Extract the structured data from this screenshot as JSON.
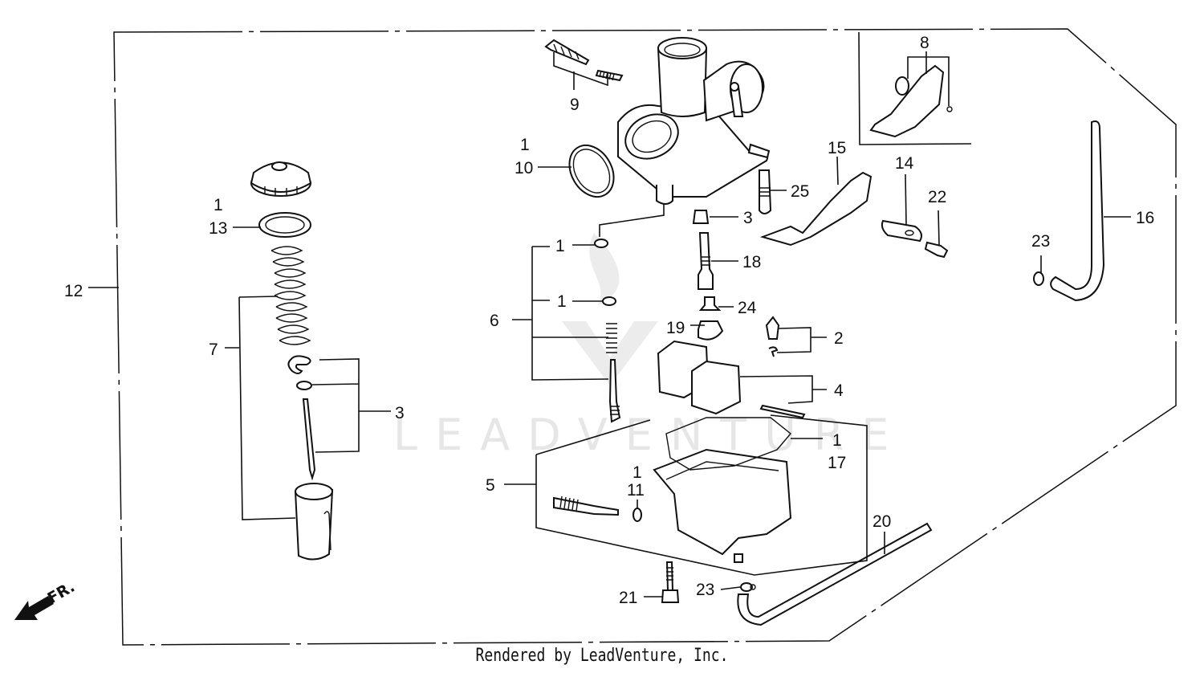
{
  "diagram": {
    "title": "Carburetor exploded parts diagram",
    "watermark": "LEADVENTURE",
    "direction_indicator": "FR.",
    "footer": "Rendered by LeadVenture, Inc."
  },
  "callouts": {
    "c12": "12",
    "c7": "7",
    "c3_left": "3",
    "c1_13": "1",
    "c13": "13",
    "c9": "9",
    "c1_10": "1",
    "c10": "10",
    "c6": "6",
    "c1_a": "1",
    "c1_b": "1",
    "c3_mid": "3",
    "c25": "25",
    "c18": "18",
    "c24": "24",
    "c19": "19",
    "c2": "2",
    "c4": "4",
    "c1_17": "1",
    "c17": "17",
    "c5": "5",
    "c1_11": "1",
    "c11": "11",
    "c21": "21",
    "c23_bottom": "23",
    "c20": "20",
    "c8": "8",
    "c15": "15",
    "c14": "14",
    "c22": "22",
    "c23_right": "23",
    "c16": "16"
  }
}
